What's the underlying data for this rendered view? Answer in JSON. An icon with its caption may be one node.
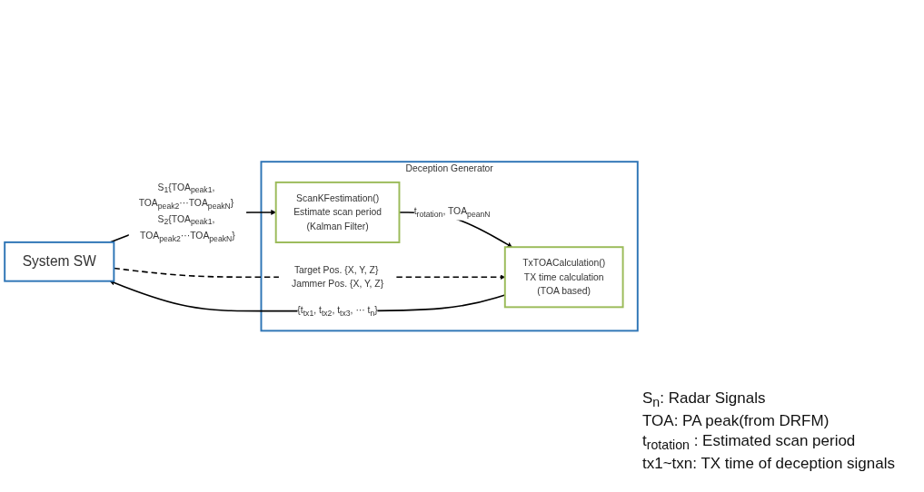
{
  "diagram": {
    "nodes": [
      {
        "text": [
          "System SW"
        ]
      },
      {
        "text": [
          "Deception Generator"
        ]
      },
      {
        "text": [
          "ScanKFestimation()",
          "Estimate scan period",
          "(Kalman Filter)"
        ],
        "in": 1
      },
      {
        "text": [
          "TxTOACalculation()",
          "TX time calculation",
          "(TOA based)"
        ],
        "in": 1
      }
    ],
    "edges": [
      {
        "from": 0,
        "to": 2,
        "arrow": "to",
        "label": "S$_{1}${TOA$_{peak1}$, TOA$_{peak2}$···TOA$_{peakN}$} S$_{2}${TOA$_{peak1}$, TOA$_{peak2}$···TOA$_{peakN}$}"
      },
      {
        "from": 2,
        "to": 3,
        "arrow": "to",
        "label": "t$_{rotation}$, TOA$_{peanN}$"
      },
      {
        "from": 0,
        "to": 3,
        "arrow": "to",
        "label": "Target Pos. {X, Y, Z} Jammer Pos. {X, Y, Z}",
        "style": "dashed"
      },
      {
        "from": 3,
        "to": 0,
        "arrow": "to",
        "label": "{t$_{tx1}$, t$_{tx2}$, t$_{tx3}$, ··· t$_{n}$}"
      }
    ],
    "labels": [
      "S$_{n}$: Radar Signals",
      "TOA: PA peak(from DRFM)",
      "t$_{rotation}$ : Estimated scan period",
      "tx1~txn: TX time of deception signals"
    ]
  }
}
